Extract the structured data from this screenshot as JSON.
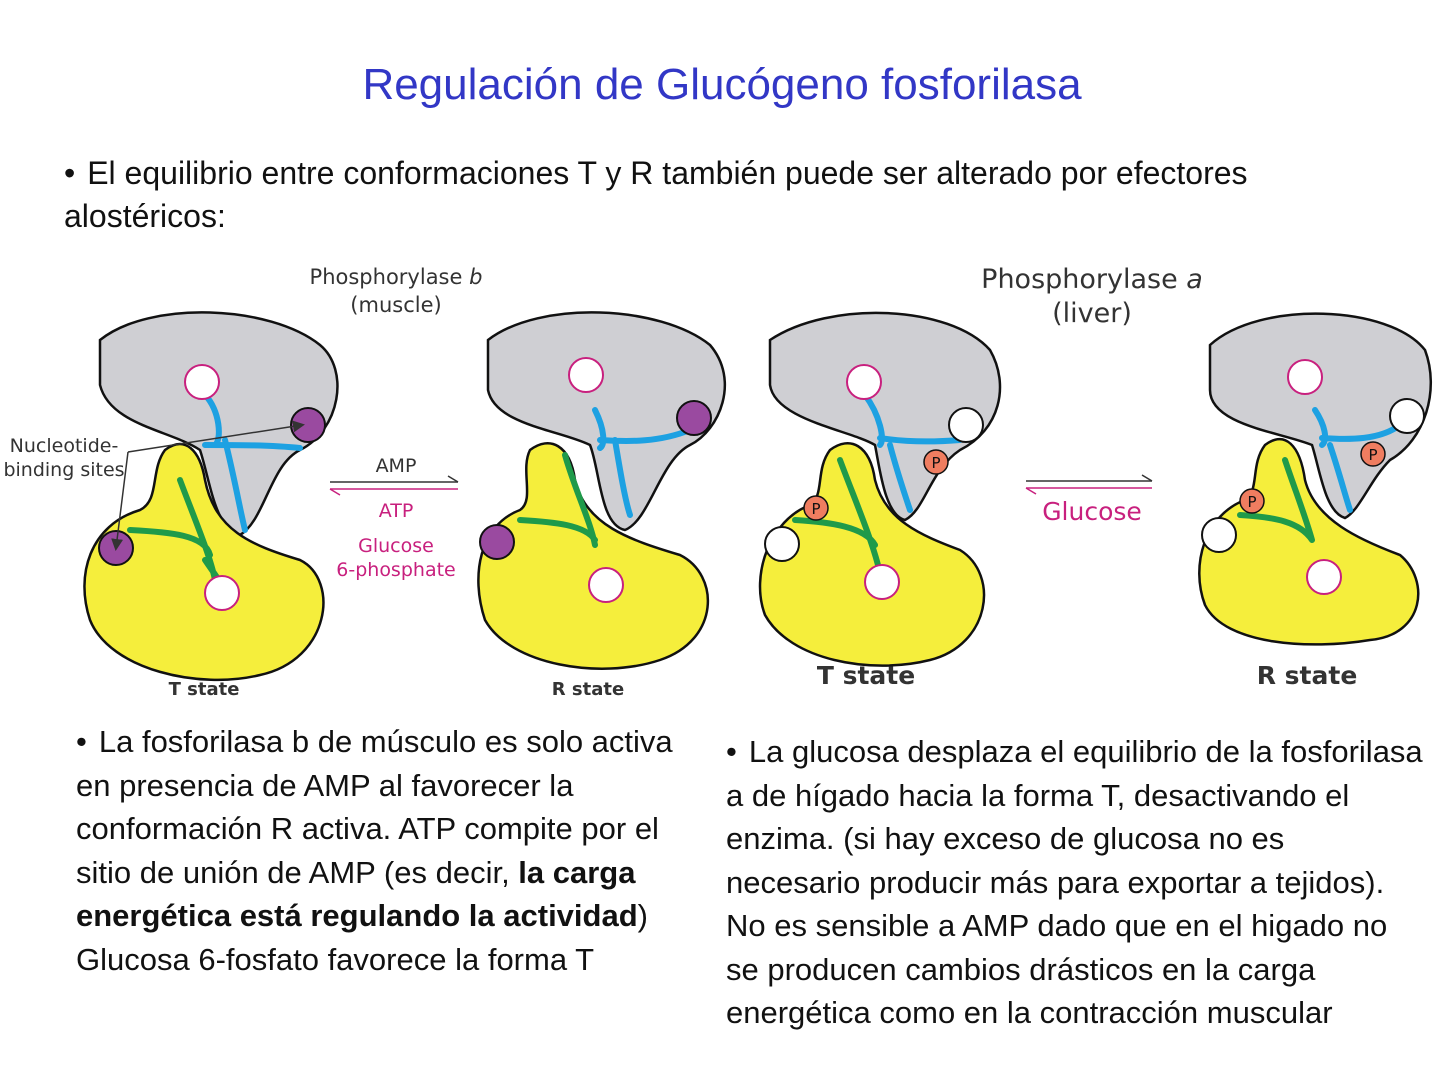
{
  "slide": {
    "title": "Regulación de Glucógeno fosforilasa",
    "intro": "El equilibrio entre conformaciones T y R también puede ser  alterado por efectores alostéricos:",
    "left_text": {
      "part1": "La fosforilasa b de músculo es solo activa en presencia de AMP al favorecer la conformación R activa. ATP compite por el sitio de unión de AMP (es decir, ",
      "bold": "la carga energética está regulando  la actividad",
      "part2": ") Glucosa 6-fosfato favorece la forma T"
    },
    "right_text": "La glucosa desplaza el equilibrio de la fosforilasa a de hígado hacia la forma T, desactivando el enzima. (si hay exceso de glucosa no es necesario producir más para exportar a tejidos). No es sensible a AMP dado que en el higado no se producen cambios drásticos en la carga energética como en la contracción muscular"
  },
  "diagram": {
    "muscle_title_line1": "Phosphorylase ",
    "muscle_title_italic": "b",
    "muscle_title_line2": "(muscle)",
    "liver_title_line1": "Phosphorylase ",
    "liver_title_italic": "a",
    "liver_title_line2": "(liver)",
    "nucleotide_label_line1": "Nucleotide-",
    "nucleotide_label_line2": "binding sites",
    "amp": "AMP",
    "atp": "ATP",
    "g6p_line1": "Glucose",
    "g6p_line2": "6-phosphate",
    "glucose": "Glucose",
    "t_state_1": "T state",
    "r_state_1": "R state",
    "t_state_2": "T state",
    "r_state_2": "R state",
    "phospho_label": "P",
    "colors": {
      "title": "#3237c6",
      "gray_subunit": "#cfcfd3",
      "yellow_subunit": "#f5ee3c",
      "blue_helix": "#1da1e2",
      "green_helix": "#1f9a4a",
      "purple_site": "#9a4aa0",
      "phosphate": "#ef7d60",
      "magenta": "#c8207e"
    }
  }
}
